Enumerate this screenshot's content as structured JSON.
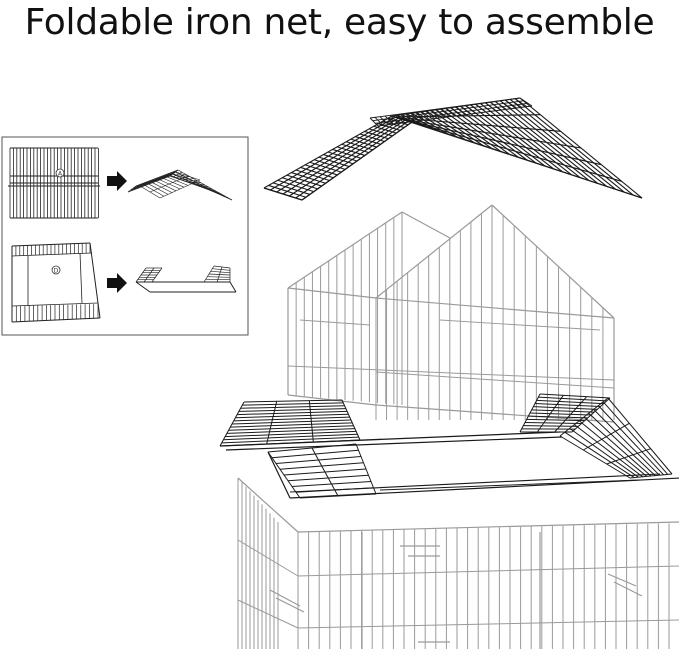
{
  "title": "Foldable iron net, easy to assemble",
  "inset": {
    "panel_a_label": "A",
    "panel_d_label": "D"
  },
  "colors": {
    "dark_wire": "#1a1a1a",
    "light_wire": "#9a9a9a",
    "inset_border": "#555555",
    "arrow": "#111111"
  },
  "icons": [
    "arrow-right-icon",
    "arrow-right-icon"
  ]
}
